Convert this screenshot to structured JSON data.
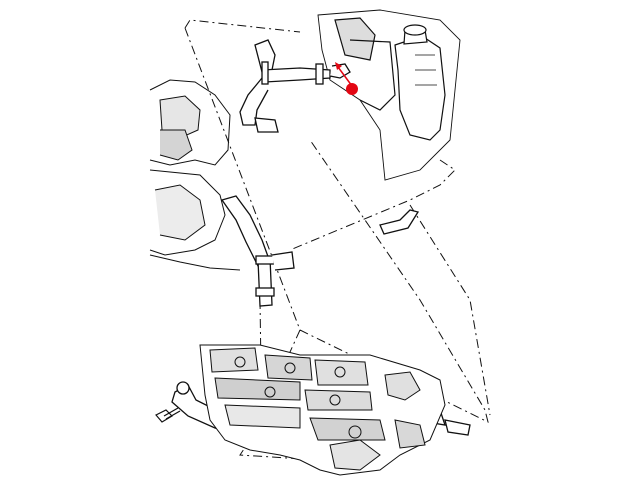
{
  "diagram": {
    "colors": {
      "line": "#111111",
      "background": "#ffffff",
      "callout_marker": "#e30613",
      "shading": "#9a9a9a"
    },
    "components": [
      {
        "name": "coolant-reservoir-bottle"
      },
      {
        "name": "reservoir-vent-hose"
      },
      {
        "name": "heater-supply-hose"
      },
      {
        "name": "heater-return-hose"
      },
      {
        "name": "engine-block"
      },
      {
        "name": "hose-clamp"
      },
      {
        "name": "retaining-bolt"
      }
    ],
    "callout": {
      "style": "red-dot-with-arrow"
    }
  }
}
